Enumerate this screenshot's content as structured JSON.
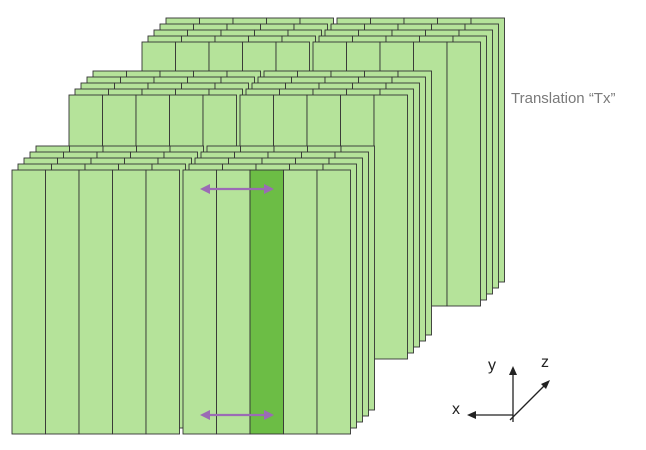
{
  "diagram": {
    "translation_label": "Translation “Tx”",
    "axes": {
      "x": "x",
      "y": "y",
      "z": "z"
    },
    "colors": {
      "plate_fill": "#b5e39a",
      "highlight_fill": "#6cbd45",
      "outline": "#333333",
      "arrow": "#9b6bb5"
    },
    "layers": 3,
    "stacks_per_layer": 2,
    "plates_per_stack": 5,
    "columns_per_plate": 5,
    "highlighted": {
      "layer": "front",
      "stack": "right",
      "column": 2
    }
  }
}
